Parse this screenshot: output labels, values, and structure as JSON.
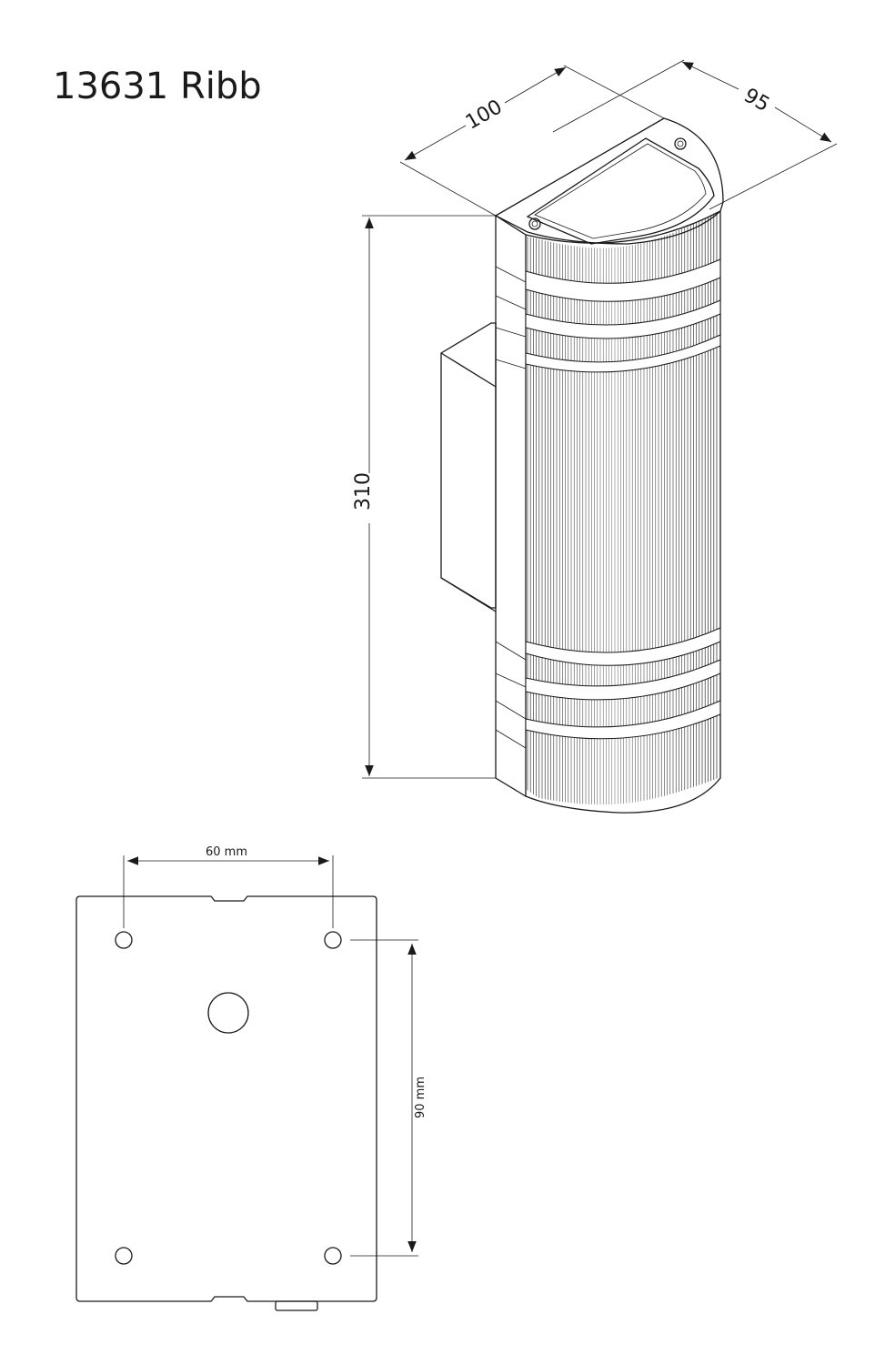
{
  "title": "13631 Ribb",
  "dimensions": {
    "depth": "100",
    "width": "95",
    "height": "310",
    "hole_spacing_horizontal": "60 mm",
    "hole_spacing_vertical": "90 mm"
  }
}
